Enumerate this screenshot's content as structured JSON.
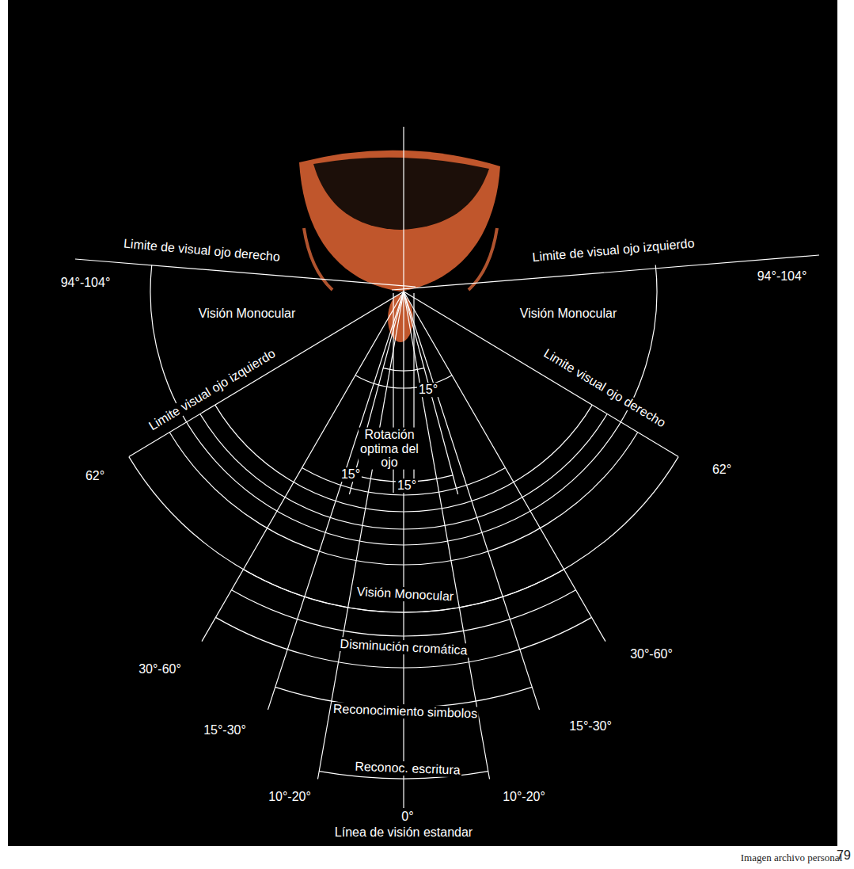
{
  "diagram": {
    "caption": "Imagen archivo personal",
    "labels": [
      "Limite de visual ojo derecho",
      "Limite de visual ojo izquierdo",
      "94°-104°",
      "94°-104°",
      "Visión Monocular",
      "Visión Monocular",
      "Limite visual ojo izquierdo",
      "Limite visual ojo derecho",
      "62°",
      "62°",
      "15°",
      "Rotación optima del ojo",
      "15°",
      "15°",
      "Visión Monocular",
      "Disminución cromática",
      "30°-60°",
      "30°-60°",
      "Reconocimiento simbolos",
      "15°-30°",
      "15°-30°",
      "Reconoc. escritura",
      "10°-20°",
      "10°-20°",
      "0°",
      "Línea de visión estandar",
      "79"
    ]
  }
}
